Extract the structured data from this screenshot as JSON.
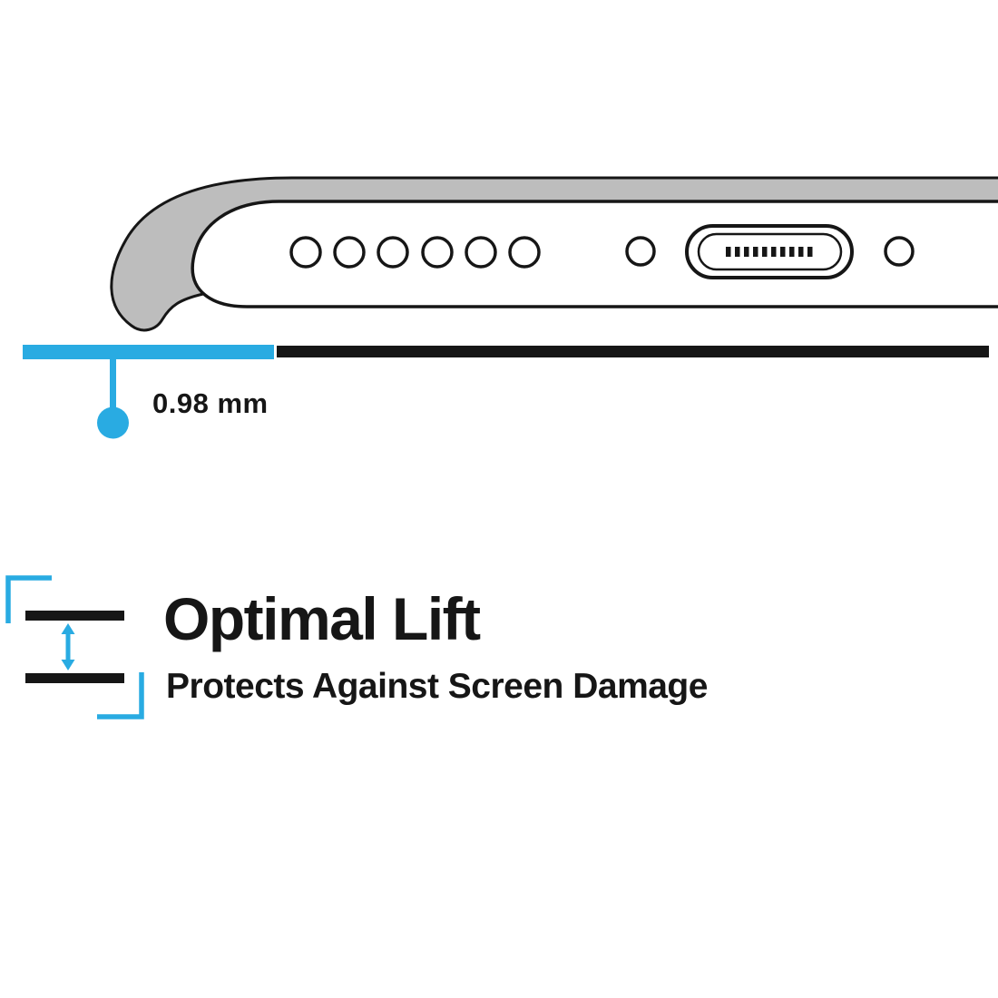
{
  "illustration": {
    "description": "Side view of phone bottom edge inside a case, resting above a surface line",
    "elements": [
      "case-lip",
      "phone-body",
      "speaker-holes",
      "screw-hole-left",
      "charging-port",
      "screw-hole-right"
    ]
  },
  "measurement": {
    "label": "0.98 mm"
  },
  "feature": {
    "title": "Optimal Lift",
    "subtitle": "Protects Against Screen Damage"
  },
  "icons": {
    "lift": "vertical-double-arrow-between-two-lines",
    "brackets": "cyan-corner-brackets"
  },
  "colors": {
    "accent": "#29ABE2",
    "case_gray": "#BDBDBD",
    "line_black": "#161616",
    "background": "#FFFFFF"
  }
}
